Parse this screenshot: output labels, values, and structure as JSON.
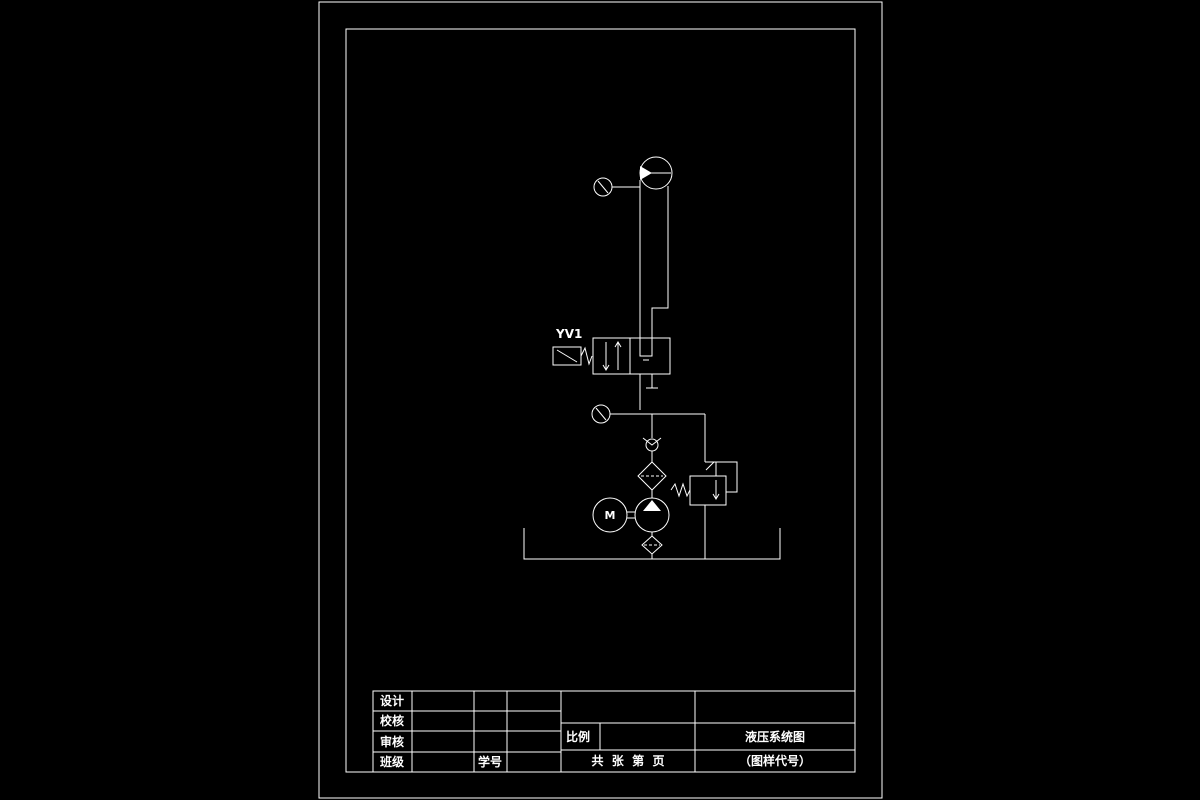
{
  "colors": {
    "background": "#000000",
    "line": "#ffffff"
  },
  "diagram": {
    "components": [
      {
        "id": "hydraulic-motor",
        "symbol": "hydraulic-motor-icon"
      },
      {
        "id": "pressure-gauge-top",
        "symbol": "pressure-gauge-icon"
      },
      {
        "id": "solenoid-valve",
        "symbol": "solenoid-directional-valve-icon",
        "label": "YV1"
      },
      {
        "id": "pressure-gauge-bottom",
        "symbol": "pressure-gauge-icon"
      },
      {
        "id": "check-valve",
        "symbol": "check-valve-icon"
      },
      {
        "id": "filter-upper",
        "symbol": "filter-icon"
      },
      {
        "id": "relief-valve",
        "symbol": "relief-valve-icon"
      },
      {
        "id": "electric-motor",
        "symbol": "electric-motor-icon",
        "label": "M"
      },
      {
        "id": "hydraulic-pump",
        "symbol": "hydraulic-pump-icon"
      },
      {
        "id": "filter-lower",
        "symbol": "filter-icon"
      },
      {
        "id": "oil-tank",
        "symbol": "tank-icon"
      }
    ]
  },
  "title_block": {
    "design": "设计",
    "check": "校核",
    "review": "审核",
    "class": "班级",
    "student_no": "学号",
    "scale": "比例",
    "sheets": "共  张  第  页",
    "drawing_title": "液压系统图",
    "drawing_code": "（图样代号）"
  }
}
